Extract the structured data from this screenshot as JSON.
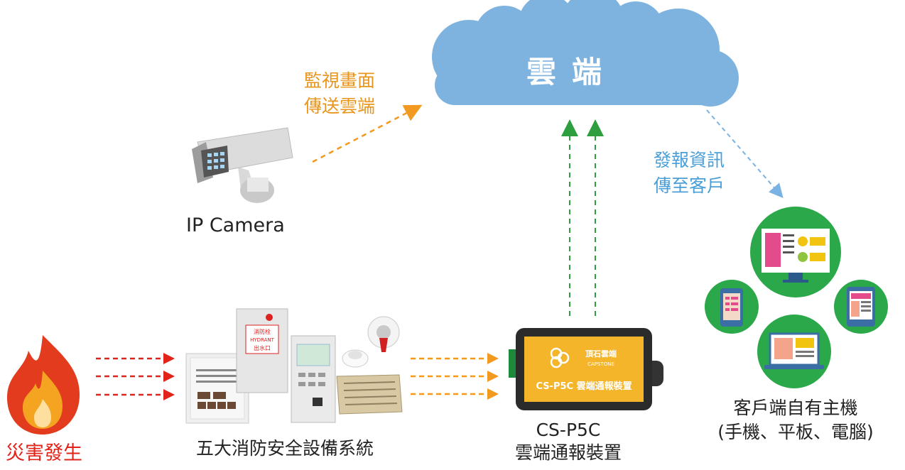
{
  "cloud": {
    "label": "雲端"
  },
  "camera_flow": {
    "line1": "監視畫面",
    "line2": "傳送雲端"
  },
  "report_flow": {
    "line1": "發報資訊",
    "line2": "傳至客戶"
  },
  "camera": {
    "label": "IP Camera"
  },
  "disaster": {
    "label": "災害發生"
  },
  "fire_systems": {
    "label": "五大消防安全設備系統",
    "hydrant_lines": [
      "消防栓",
      "HYDRANT",
      "出水口"
    ]
  },
  "device": {
    "model": "CS-P5C",
    "name": "雲端通報裝置",
    "brand_cn": "頂石雲端",
    "brand_en": "CAPSTONE",
    "plate_text": "CS-P5C 雲端通報裝置"
  },
  "client": {
    "line1": "客戶端自有主機",
    "line2": "(手機、平板、電腦)"
  },
  "colors": {
    "cloud": "#7fb3df",
    "orange": "#f29a1f",
    "red": "#e2231a",
    "green": "#2e9e3f",
    "blue": "#7ab3e3",
    "device_plate": "#f4b52a",
    "client_circle": "#2aa84a"
  }
}
